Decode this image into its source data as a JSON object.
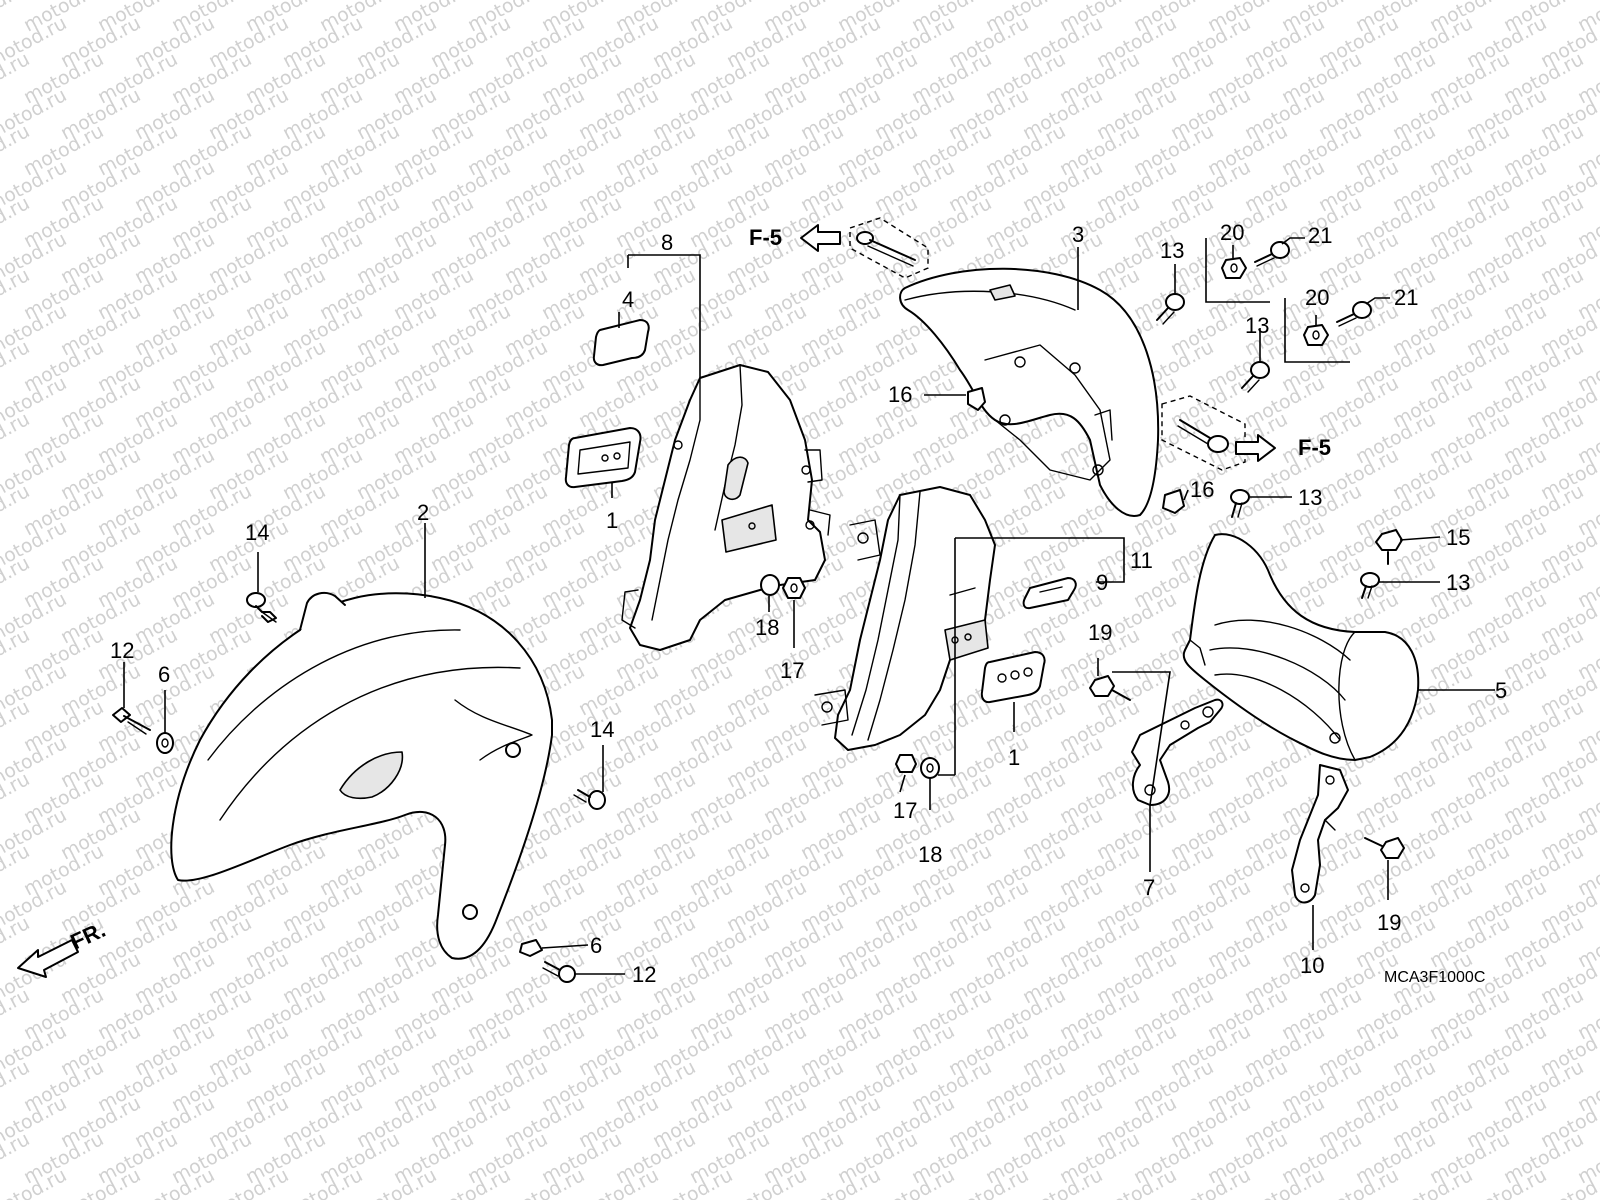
{
  "watermark": "motod.ru",
  "diagram_code": "MCA3F1000C",
  "direction_label": "FR.",
  "ref_left": "F-5",
  "ref_right": "F-5",
  "callouts": {
    "c1a": "1",
    "c1b": "1",
    "c2": "2",
    "c3": "3",
    "c4": "4",
    "c5": "5",
    "c6a": "6",
    "c6b": "6",
    "c7": "7",
    "c8": "8",
    "c9": "9",
    "c10": "10",
    "c11": "11",
    "c12a": "12",
    "c12b": "12",
    "c13a": "13",
    "c13b": "13",
    "c13c": "13",
    "c13d": "13",
    "c14a": "14",
    "c14b": "14",
    "c15": "15",
    "c16a": "16",
    "c16b": "16",
    "c17a": "17",
    "c17b": "17",
    "c18a": "18",
    "c18b": "18",
    "c19a": "19",
    "c19b": "19",
    "c20a": "20",
    "c20b": "20",
    "c21a": "21",
    "c21b": "21"
  }
}
